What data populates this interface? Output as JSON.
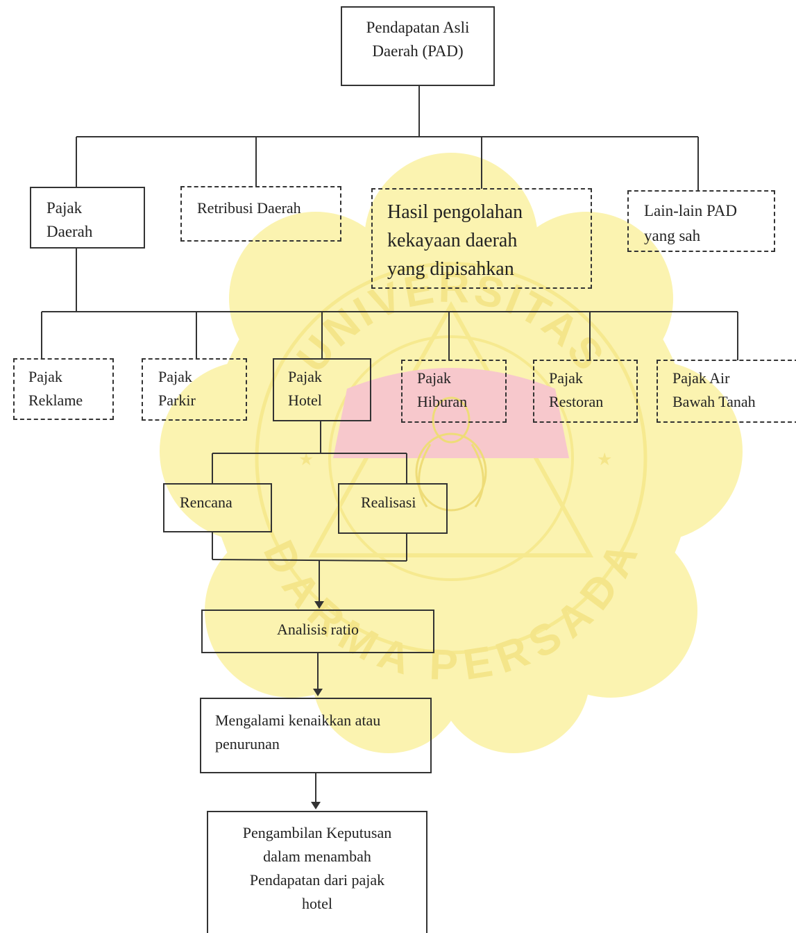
{
  "boxes": {
    "pad": "Pendapatan Asli\nDaerah (PAD)",
    "pajak_daerah": "Pajak\nDaerah",
    "retribusi": "Retribusi Daerah",
    "hasil_pengolahan": "Hasil pengolahan\nkekayaan daerah\nyang dipisahkan",
    "lain_lain": "Lain-lain PAD\nyang sah",
    "reklame": "Pajak\nReklame",
    "parkir": "Pajak\nParkir",
    "hotel": "Pajak\nHotel",
    "hiburan": "Pajak\nHiburan",
    "restoran": "Pajak\nRestoran",
    "air_bawah_tanah": "Pajak Air\nBawah Tanah",
    "rencana": "Rencana",
    "realisasi": "Realisasi",
    "analisis": "Analisis ratio",
    "mengalami": "Mengalami kenaikkan  atau\npenurunan",
    "keputusan": "Pengambilan Keputusan\ndalam menambah\nPendapatan dari pajak\nhotel"
  },
  "watermark": {
    "top_text": "UNIVERSITAS",
    "bottom_text": "DARMA PERSADA",
    "colors": {
      "yellow": "#fbf3b0",
      "pink": "#f7c8cc",
      "text": "#f4e58a"
    }
  }
}
